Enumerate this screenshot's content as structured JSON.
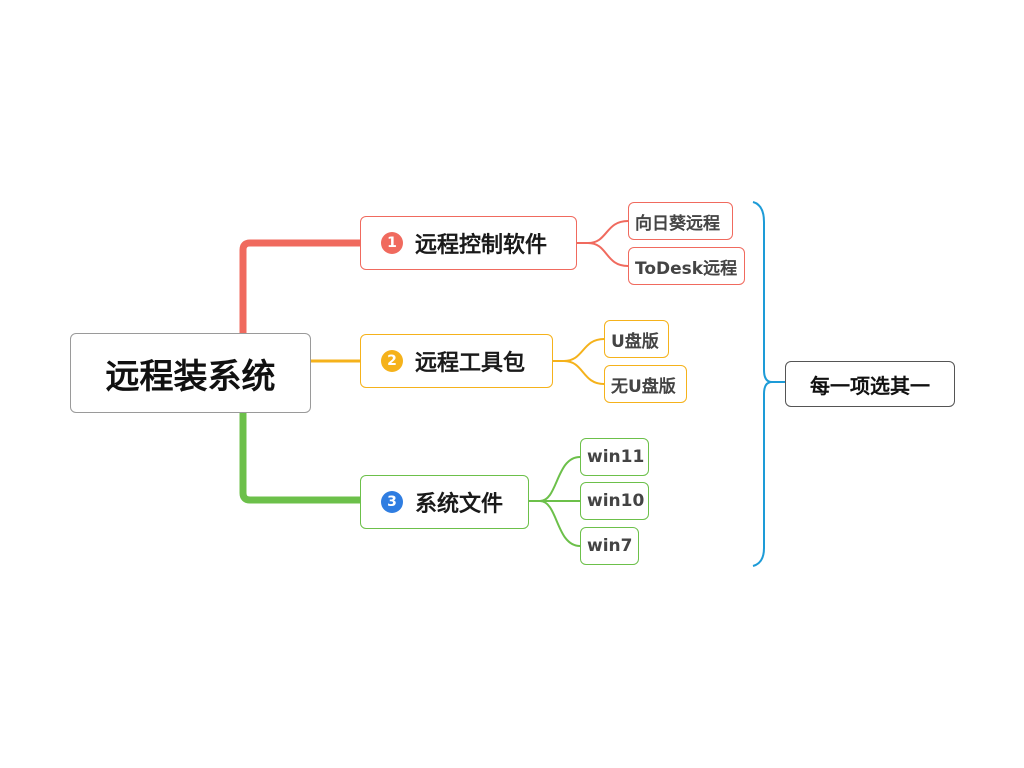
{
  "colors": {
    "red": "#f06a5e",
    "orange": "#f5b21b",
    "green": "#6cc04a",
    "blue": "#1d9bd7",
    "num3": "#2f7de1"
  },
  "root": {
    "label": "远程装系统"
  },
  "branches": [
    {
      "num": "1",
      "label": "远程控制软件",
      "color": "red",
      "numColor": "red",
      "children": [
        "向日葵远程",
        "ToDesk远程"
      ]
    },
    {
      "num": "2",
      "label": "远程工具包",
      "color": "orange",
      "numColor": "orange",
      "children": [
        "U盘版",
        "无U盘版"
      ]
    },
    {
      "num": "3",
      "label": "系统文件",
      "color": "green",
      "numColor": "num3",
      "children": [
        "win11",
        "win10",
        "win7"
      ]
    }
  ],
  "summary": {
    "label": "每一项选其一",
    "color": "blue"
  }
}
